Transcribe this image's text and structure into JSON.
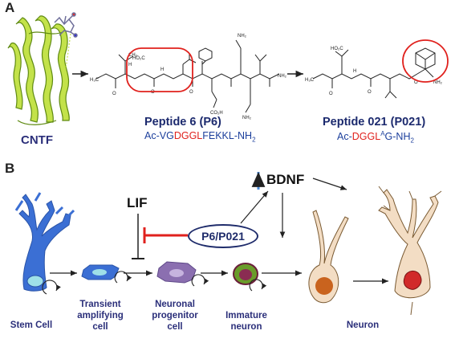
{
  "panel_a_label": "A",
  "panel_b_label": "B",
  "protein_label": "CNTF",
  "peptide6": {
    "title": "Peptide 6 (P6)",
    "seq_prefix": "Ac-VG",
    "seq_red": "DGGL",
    "seq_suffix": "FEKKL-NH",
    "seq_sub": "2"
  },
  "peptide021": {
    "title": "Peptide 021 (P021)",
    "seq_prefix": "Ac-",
    "seq_red": "DGGL",
    "seq_sup": "A",
    "seq_suffix": "G-NH",
    "seq_sub": "2"
  },
  "pathway": {
    "lif": "LIF",
    "bdnf": "BDNF",
    "drug": "P6/P021"
  },
  "stages": [
    {
      "label": "Stem Cell"
    },
    {
      "label": "Transient amplifying cell"
    },
    {
      "label": "Neuronal progenitor cell"
    },
    {
      "label": "Immature neuron"
    },
    {
      "label": "Neuron"
    }
  ],
  "colors": {
    "stem_cell": "#3b6fd4",
    "progenitor": "#8b6fb0",
    "neuron_body": "#f3ddc4",
    "neuron_nucleus": "#c9631e",
    "red_highlight": "#e0211d",
    "bdnf_arrow": "#4a8ad8"
  }
}
